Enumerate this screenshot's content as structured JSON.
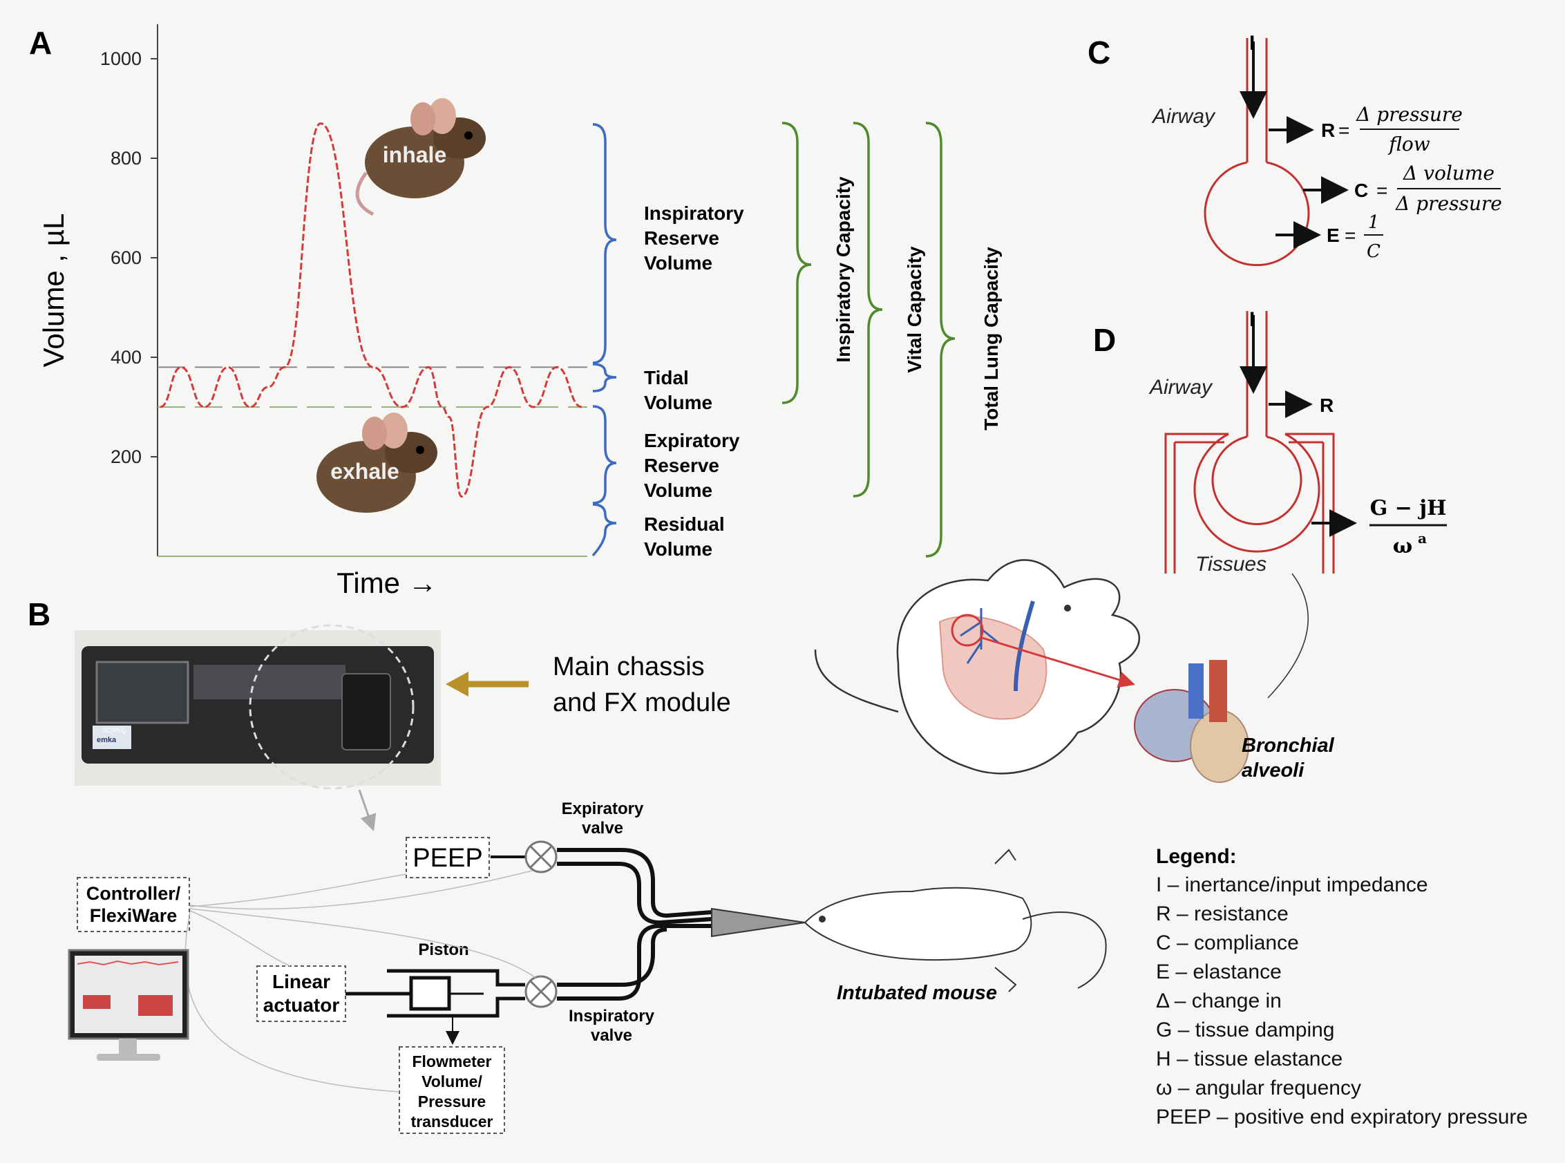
{
  "panels": {
    "a": "A",
    "b": "B",
    "c": "C",
    "d": "D"
  },
  "chart_data": {
    "type": "line",
    "y_ticks": [
      "1000",
      "800",
      "600",
      "400",
      "200"
    ],
    "ylabel": "Volume , µL",
    "xlabel": "Time →",
    "ylim": [
      0,
      1000
    ],
    "series": [
      {
        "values_y_uL": [
          300,
          380,
          300,
          380,
          300,
          340,
          380,
          870,
          380,
          300,
          380,
          300,
          280,
          120,
          300,
          380,
          300,
          380,
          300
        ]
      }
    ],
    "reference_lines_uL": [
      380,
      300,
      0
    ],
    "annotations": {
      "inhale": "inhale",
      "exhale": "exhale"
    },
    "volumes": [
      [
        "Inspiratory",
        "Reserve",
        "Volume"
      ],
      [
        "Tidal",
        "Volume"
      ],
      [
        "Expiratory",
        "Reserve",
        "Volume"
      ],
      [
        "Residual",
        "Volume"
      ]
    ],
    "capacities": [
      "Inspiratory Capacity",
      "Vital Capacity",
      "Total Lung Capacity"
    ]
  },
  "panel_b": {
    "main_chassis": [
      "Main chassis",
      "and FX module"
    ],
    "device_brand": [
      "SCIREQ",
      "emka"
    ],
    "peep": "PEEP",
    "expiratory_valve": [
      "Expiratory",
      "valve"
    ],
    "inspiratory_valve": [
      "Inspiratory",
      "valve"
    ],
    "controller": [
      "Controller/",
      "FlexiWare"
    ],
    "linear_actuator": [
      "Linear",
      "actuator"
    ],
    "piston": "Piston",
    "flowmeter": [
      "Flowmeter",
      "Volume/",
      "Pressure",
      "transducer"
    ],
    "intubated_mouse": "Intubated mouse",
    "bronchial": [
      "Bronchial",
      "alveoli"
    ]
  },
  "panel_c": {
    "airway": "Airway",
    "inertance": "I",
    "r_label": "R",
    "r_num": "Δ pressure",
    "r_den": "flow",
    "c_label": "C",
    "c_num": "Δ volume",
    "c_den": "Δ pressure",
    "e_label": "E",
    "e_num": "1",
    "e_den": "C",
    "equals": "="
  },
  "panel_d": {
    "airway": "Airway",
    "inertance": "I",
    "r_label": "R",
    "tissues": "Tissues",
    "g_num": "G − jH",
    "g_den": "ω",
    "g_den_sup": "a"
  },
  "legend": {
    "title": "Legend:",
    "items": [
      "I – inertance/input impedance",
      "R – resistance",
      "C – compliance",
      "E – elastance",
      "Δ – change in",
      "G – tissue damping",
      "H – tissue elastance",
      "ω  – angular frequency",
      "PEEP – positive end expiratory pressure"
    ]
  },
  "colors": {
    "trace": "#d33a3a",
    "volume_brace": "#3d6bbf",
    "capacity_brace": "#4f8a2e",
    "airway": "#c43030",
    "arrow_gold": "#b8912a"
  }
}
